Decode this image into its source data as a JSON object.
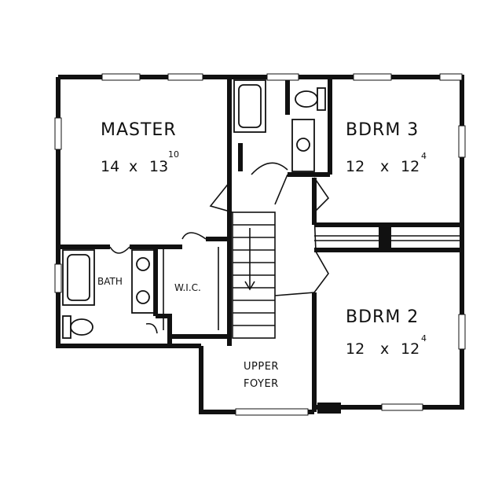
{
  "rooms": {
    "master": {
      "name": "MASTER",
      "dim_a": "14",
      "dim_x": "x",
      "dim_b": "13",
      "dim_sup": "10"
    },
    "bdrm3": {
      "name": "BDRM 3",
      "dim_a": "12",
      "dim_x": "x",
      "dim_b": "12",
      "dim_sup": "4"
    },
    "bdrm2": {
      "name": "BDRM 2",
      "dim_a": "12",
      "dim_x": "x",
      "dim_b": "12",
      "dim_sup": "4"
    },
    "bath": {
      "name": "BATH"
    },
    "wic": {
      "name": "W.I.C."
    },
    "foyer": {
      "line1": "UPPER",
      "line2": "FOYER"
    }
  },
  "colors": {
    "ink": "#111111",
    "paper": "#ffffff"
  }
}
